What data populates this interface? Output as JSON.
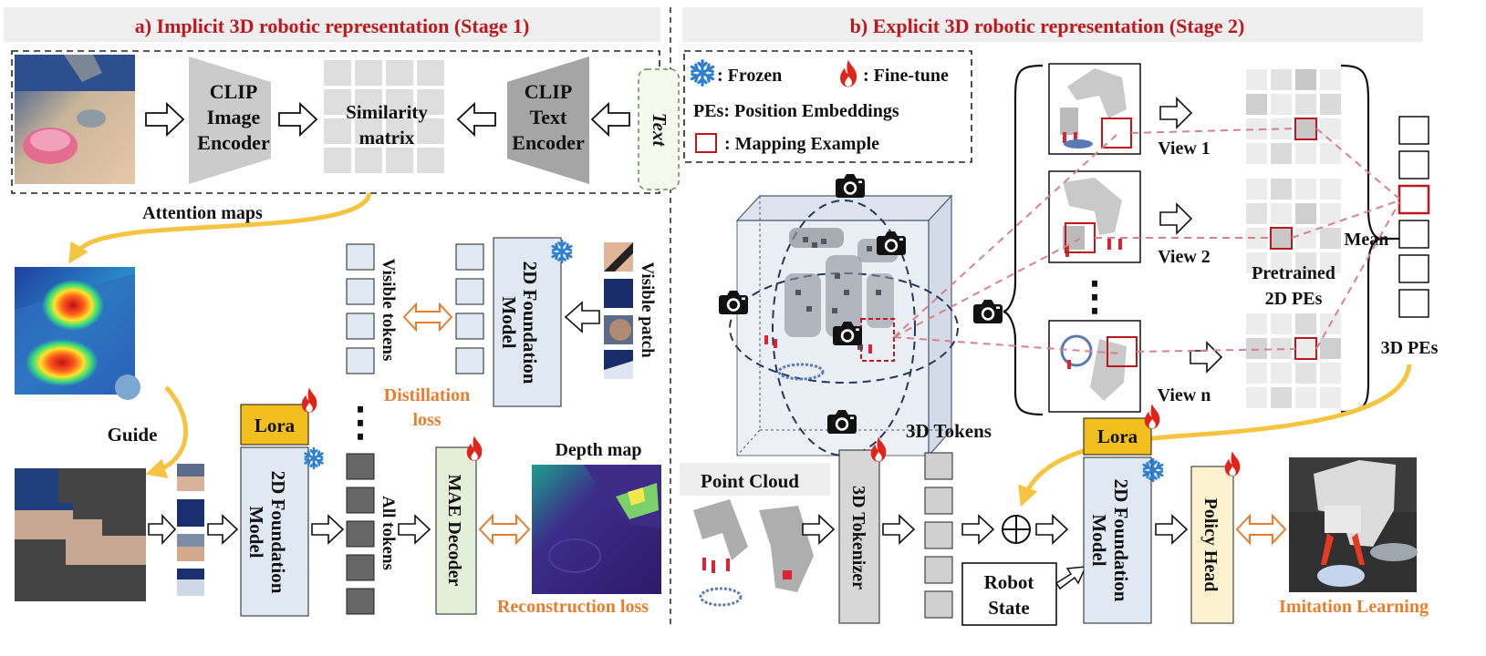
{
  "panel_a": {
    "title": "a) Implicit 3D robotic representation (Stage 1)",
    "clip_image_encoder": [
      "CLIP",
      "Image",
      "Encoder"
    ],
    "similarity_matrix": [
      "Similarity",
      "matrix"
    ],
    "clip_text_encoder": [
      "CLIP",
      "Text",
      "Encoder"
    ],
    "text_input": "Text",
    "attention_maps": "Attention maps",
    "guide": "Guide",
    "lora": "Lora",
    "foundation_model_bottom": [
      "2D Foundation",
      "Model"
    ],
    "foundation_model_top": [
      "2D Foundation",
      "Model"
    ],
    "all_tokens": "All tokens",
    "visible_tokens": "Visible tokens",
    "visible_patch": "Visible patch",
    "distillation_loss": [
      "Distillation",
      "loss"
    ],
    "mae_decoder": "MAE Decoder",
    "depth_map": "Depth map",
    "reconstruction_loss": "Reconstruction loss",
    "ellipsis": "⋮"
  },
  "panel_b": {
    "title": "b) Explicit 3D robotic representation (Stage 2)",
    "legend": {
      "frozen": ": Frozen",
      "fine_tune": ": Fine-tune",
      "pes": "PEs: Position Embeddings",
      "mapping": ": Mapping Example"
    },
    "views": [
      "View 1",
      "View 2",
      "View n"
    ],
    "pretrained_pes": [
      "Pretrained",
      "2D PEs"
    ],
    "mean": "Mean",
    "pes_3d": "3D PEs",
    "tokens_3d": "3D Tokens",
    "point_cloud": "Point Cloud",
    "tokenizer_3d": "3D Tokenizer",
    "lora": "Lora",
    "foundation_model": [
      "2D Foundation",
      "Model"
    ],
    "robot_state": [
      "Robot",
      "State"
    ],
    "policy_head": "Policy Head",
    "imitation_learning": "Imitation Learning",
    "dots": "⋮"
  },
  "icons": {
    "frozen": "snowflake-icon",
    "fine_tune": "flame-icon",
    "camera": "camera-icon",
    "plus": "circle-plus-icon"
  },
  "colors": {
    "title_red": "#c0171c",
    "orange_loss": "#e97d2e",
    "lora_yellow": "#f2bf1f",
    "flame_red": "#e2231a",
    "snowflake_blue": "#2e7fd0",
    "block_blue": "#dfe8f3",
    "encoder_gray": "#c9c9c9",
    "mae_green": "#e4efd9",
    "policy_cream": "#fdf2d0",
    "guide_yellow": "#f7cf55",
    "dashed_pink": "#d9808a"
  }
}
